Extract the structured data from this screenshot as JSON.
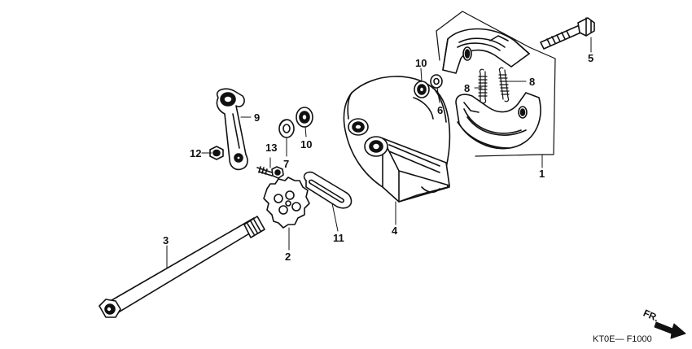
{
  "diagram": {
    "callouts": [
      "1",
      "2",
      "3",
      "4",
      "5",
      "6",
      "7",
      "8",
      "8",
      "9",
      "10",
      "10",
      "11",
      "12",
      "13"
    ],
    "direction_label": "FR.",
    "drawing_code": "KT0E— F1000"
  }
}
